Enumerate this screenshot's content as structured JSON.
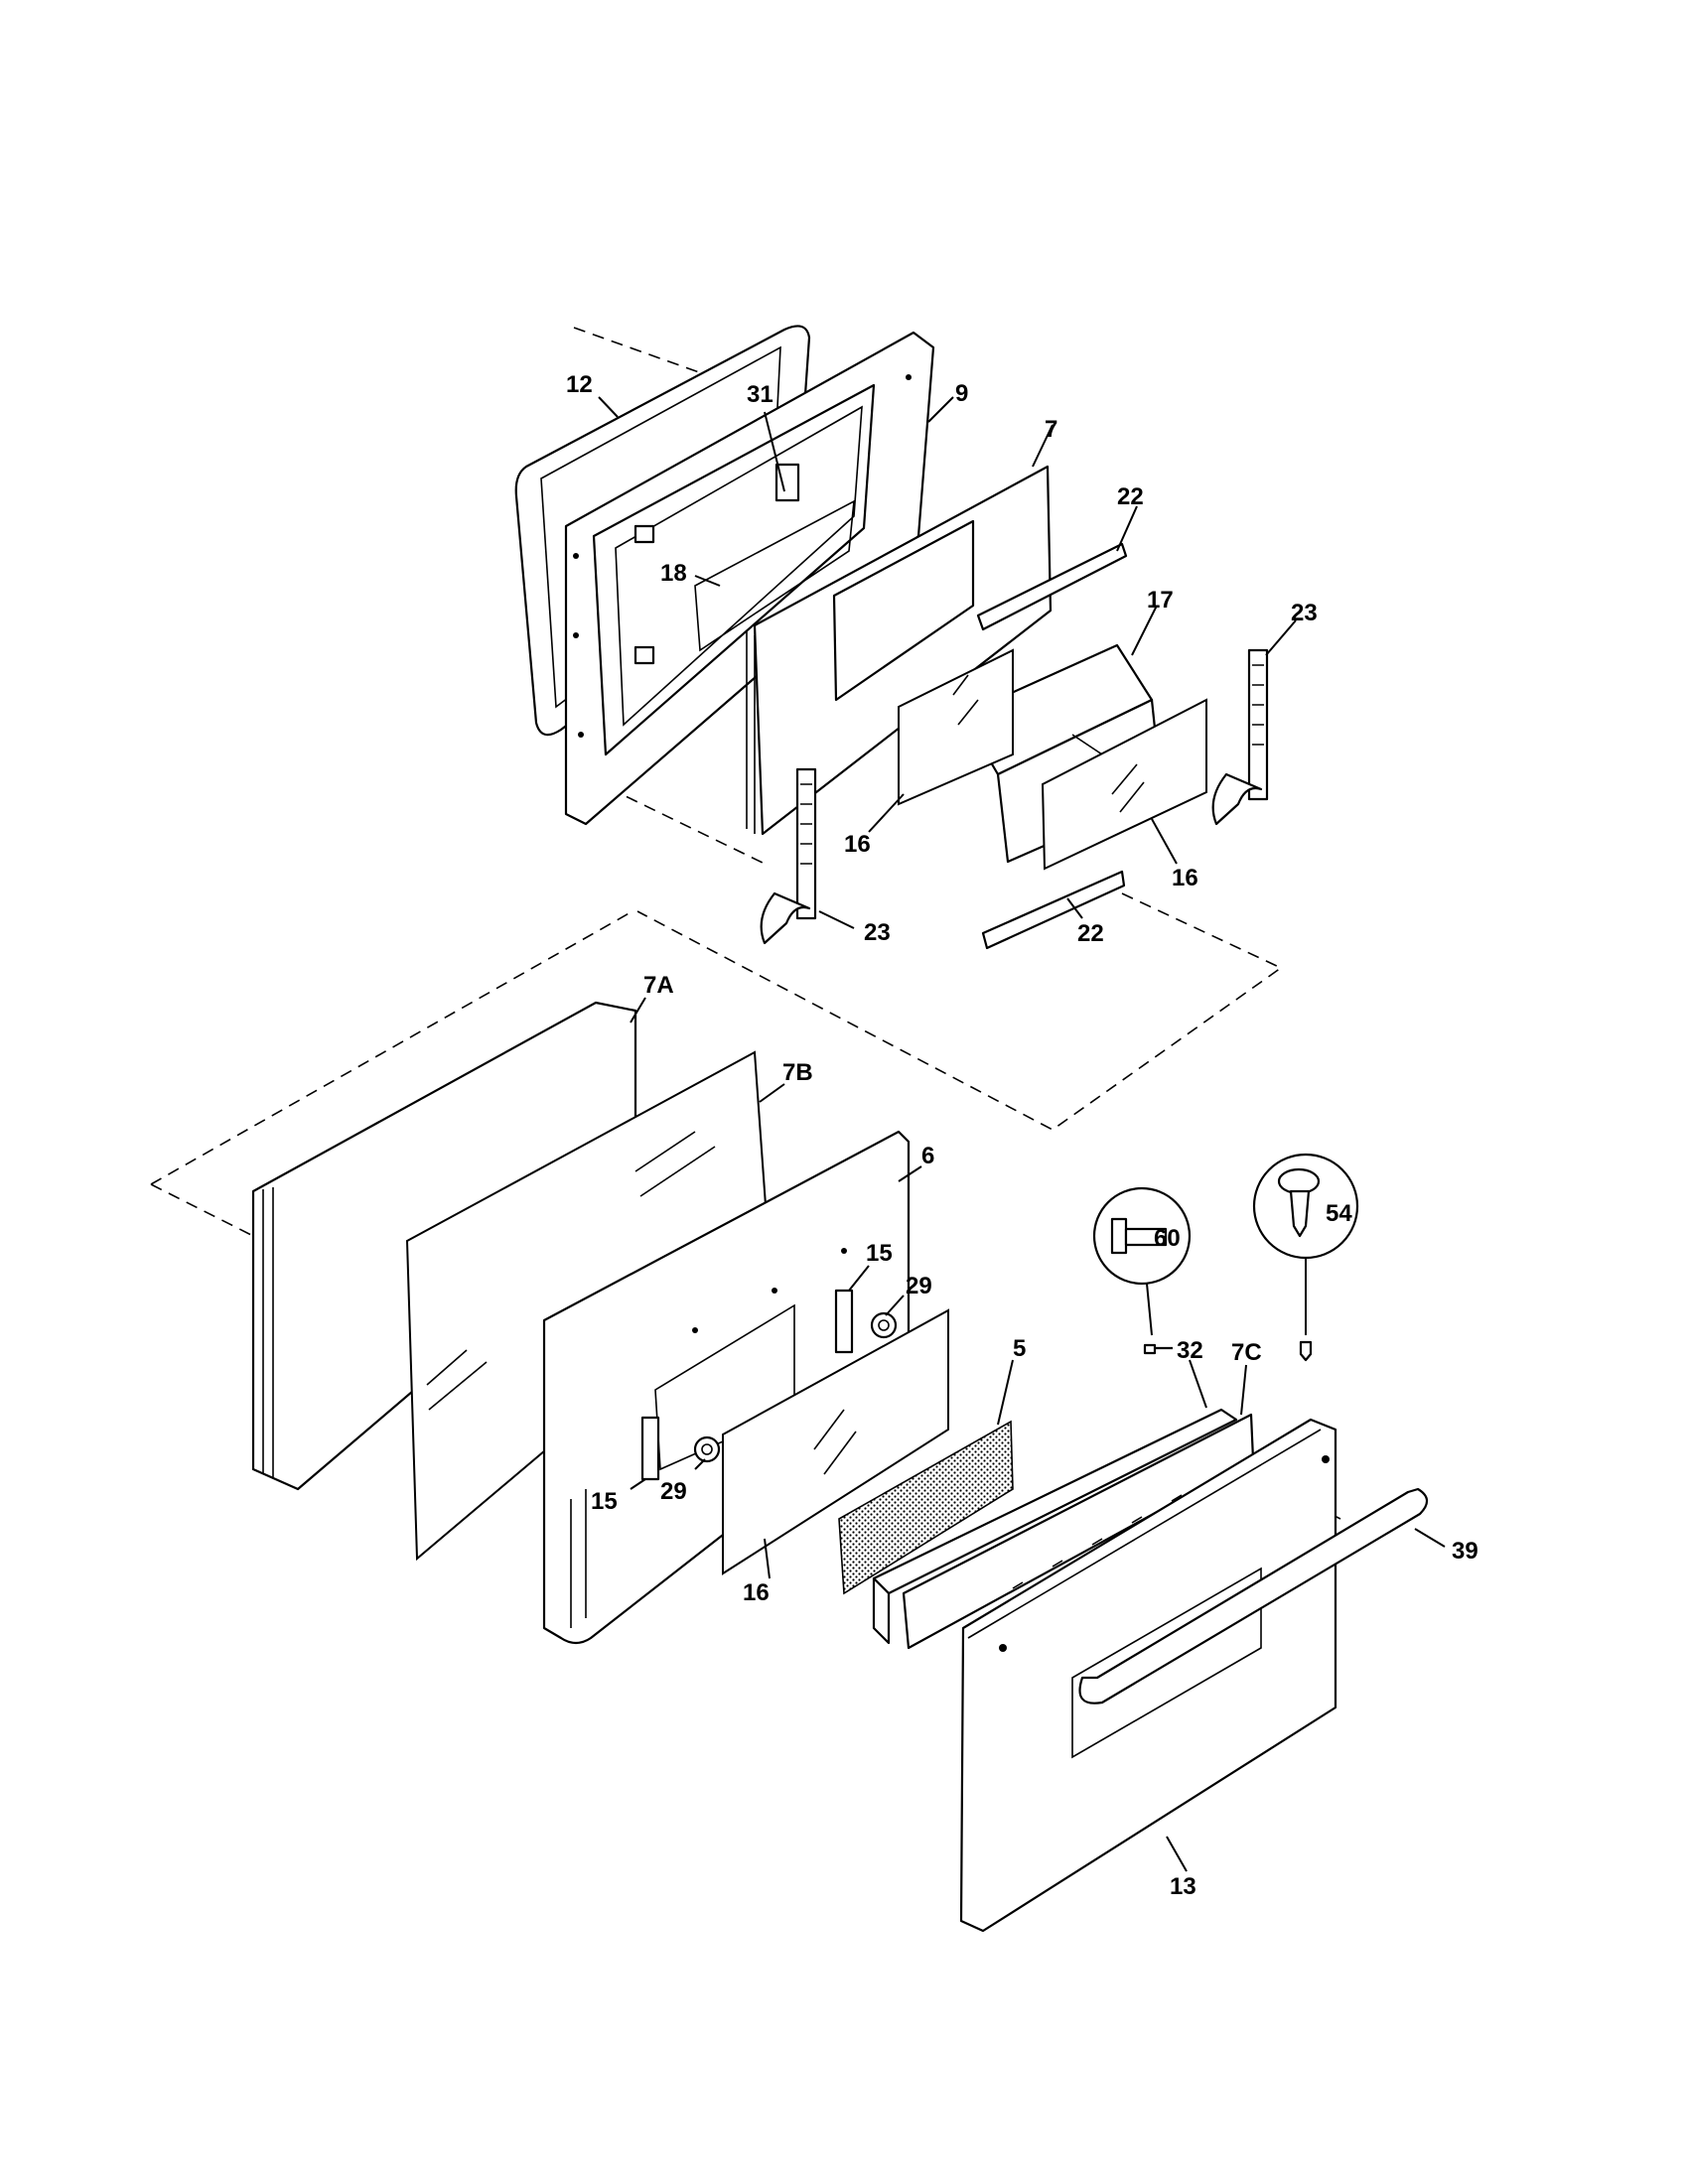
{
  "callouts": {
    "c12": "12",
    "c31": "31",
    "c9": "9",
    "c7": "7",
    "c18": "18",
    "c22a": "22",
    "c17": "17",
    "c23a": "23",
    "c16a": "16",
    "c16b": "16",
    "c23b": "23",
    "c22b": "22",
    "c7a": "7A",
    "c7b": "7B",
    "c6": "6",
    "c15a": "15",
    "c29a": "29",
    "c5": "5",
    "c60": "60",
    "c54": "54",
    "c32": "32",
    "c7c": "7C",
    "c15b": "15",
    "c29b": "29",
    "c16c": "16",
    "c39": "39",
    "c13": "13"
  }
}
